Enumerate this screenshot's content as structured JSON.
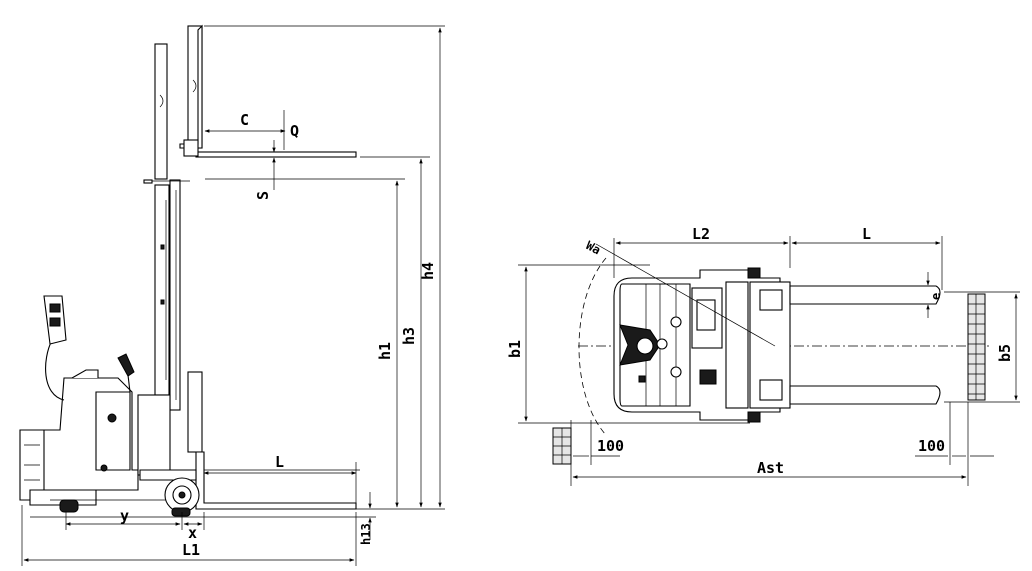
{
  "side_view": {
    "labels": {
      "C": "C",
      "Q": "Q",
      "S": "S",
      "h1": "h1",
      "h3": "h3",
      "h4": "h4",
      "L": "L",
      "y": "y",
      "x": "x",
      "h13": "h13",
      "L1": "L1"
    }
  },
  "top_view": {
    "labels": {
      "Wa": "Wa",
      "L2": "L2",
      "L": "L",
      "e": "e",
      "b1": "b1",
      "b5": "b5",
      "clear_left": "100",
      "clear_right": "100",
      "Ast": "Ast"
    }
  }
}
